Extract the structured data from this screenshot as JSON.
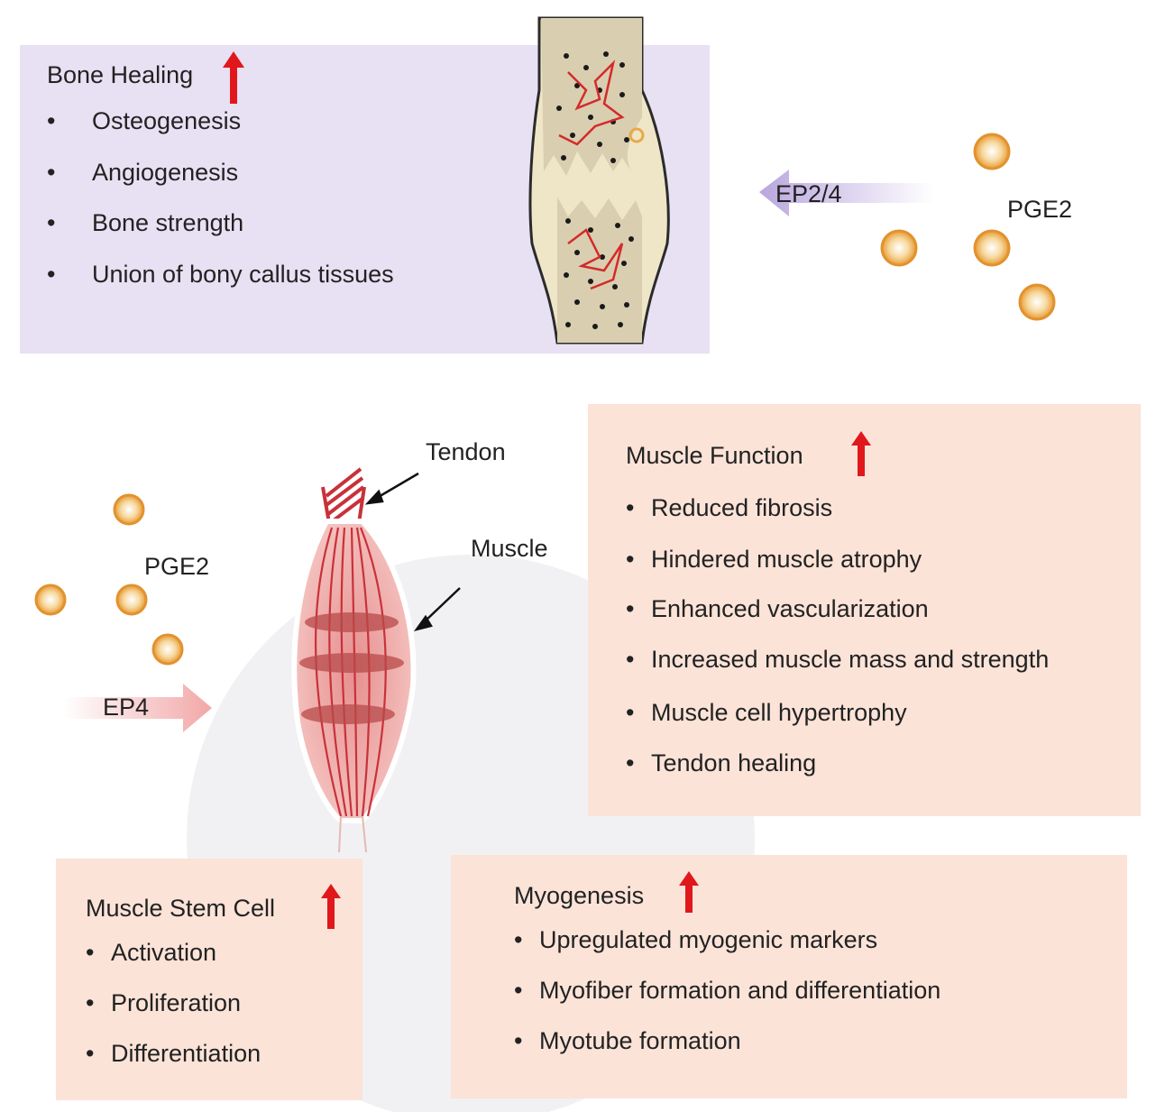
{
  "bone_healing": {
    "title": "Bone Healing",
    "items": [
      "Osteogenesis",
      "Angiogenesis",
      "Bone strength",
      "Union of bony callus tissues"
    ]
  },
  "muscle_function": {
    "title": "Muscle Function",
    "items": [
      "Reduced fibrosis",
      "Hindered muscle atrophy",
      "Enhanced vascularization",
      "Increased muscle mass and strength",
      "Muscle cell hypertrophy",
      "Tendon healing"
    ]
  },
  "muscle_stem_cell": {
    "title": "Muscle Stem Cell",
    "items": [
      "Activation",
      "Proliferation",
      "Differentiation"
    ]
  },
  "myogenesis": {
    "title": "Myogenesis",
    "items": [
      "Upregulated myogenic markers",
      "Myofiber formation and differentiation",
      "Myotube formation"
    ]
  },
  "labels": {
    "receptor_bone": "EP2/4",
    "receptor_muscle": "EP4",
    "pge2_top": "PGE2",
    "pge2_left": "PGE2",
    "tendon": "Tendon",
    "muscle": "Muscle"
  },
  "bullet_glyph": "•",
  "colors": {
    "bone_panel": "#e8e0f3",
    "muscle_panel": "#fbe3d8",
    "increase_arrow": "#e0181b",
    "ep24_arrow": "#b9a6de",
    "ep4_arrow": "#f2a7a7"
  }
}
